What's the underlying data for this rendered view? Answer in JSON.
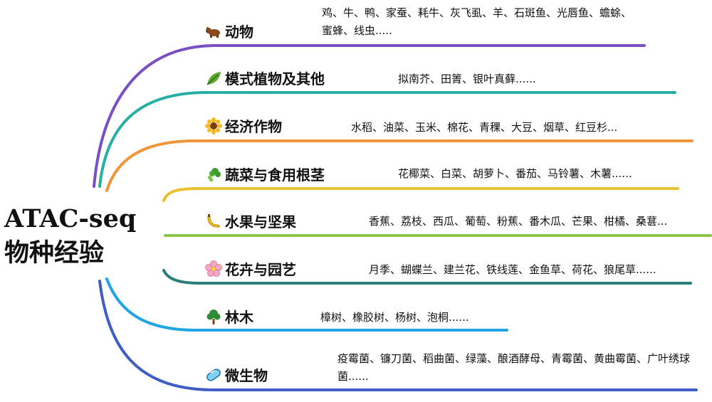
{
  "root": {
    "line1": "ATAC-seq",
    "line2": "物种经验"
  },
  "colors": {
    "animal": "#7a4fc4",
    "model_plant": "#26b0a4",
    "crop": "#f0953a",
    "vegetable": "#e8c12e",
    "fruit": "#8cc34a",
    "flower": "#2b7d78",
    "forest": "#1fa6e3",
    "microbe": "#3f5dc4"
  },
  "branches": [
    {
      "key": "animal",
      "icon": "bear-icon",
      "label": "动物",
      "examples": "鸡、牛、鸭、家蚕、耗牛、灰飞虱、羊、石斑鱼、光唇鱼、蟾蜍、蜜蜂、线虫....."
    },
    {
      "key": "model_plant",
      "icon": "leaf-icon",
      "label": "模式植物及其他",
      "examples": "拟南芥、田箐、银叶真藓......"
    },
    {
      "key": "crop",
      "icon": "sunflower-icon",
      "label": "经济作物",
      "examples": "水稻、油菜、玉米、棉花、青稞、大豆、烟草、红豆杉..."
    },
    {
      "key": "vegetable",
      "icon": "broccoli-icon",
      "label": "蔬菜与食用根茎",
      "examples": "花椰菜、白菜、胡萝卜、番茄、马铃薯、木薯......"
    },
    {
      "key": "fruit",
      "icon": "banana-icon",
      "label": "水果与坚果",
      "examples": "香蕉、荔枝、西瓜、葡萄、粉蕉、番木瓜、芒果、柑橘、桑葚..."
    },
    {
      "key": "flower",
      "icon": "blossom-icon",
      "label": "花卉与园艺",
      "examples": "月季、蝴蝶兰、建兰花、铁线莲、金鱼草、荷花、狼尾草......"
    },
    {
      "key": "forest",
      "icon": "tree-icon",
      "label": "林木",
      "examples": "樟树、橡胶树、杨树、泡桐......"
    },
    {
      "key": "microbe",
      "icon": "pill-icon",
      "label": "微生物",
      "examples": "疫霉菌、镰刀菌、稻曲菌、绿藻、酿酒酵母、青霉菌、黄曲霉菌、广叶绣球菌......"
    }
  ]
}
